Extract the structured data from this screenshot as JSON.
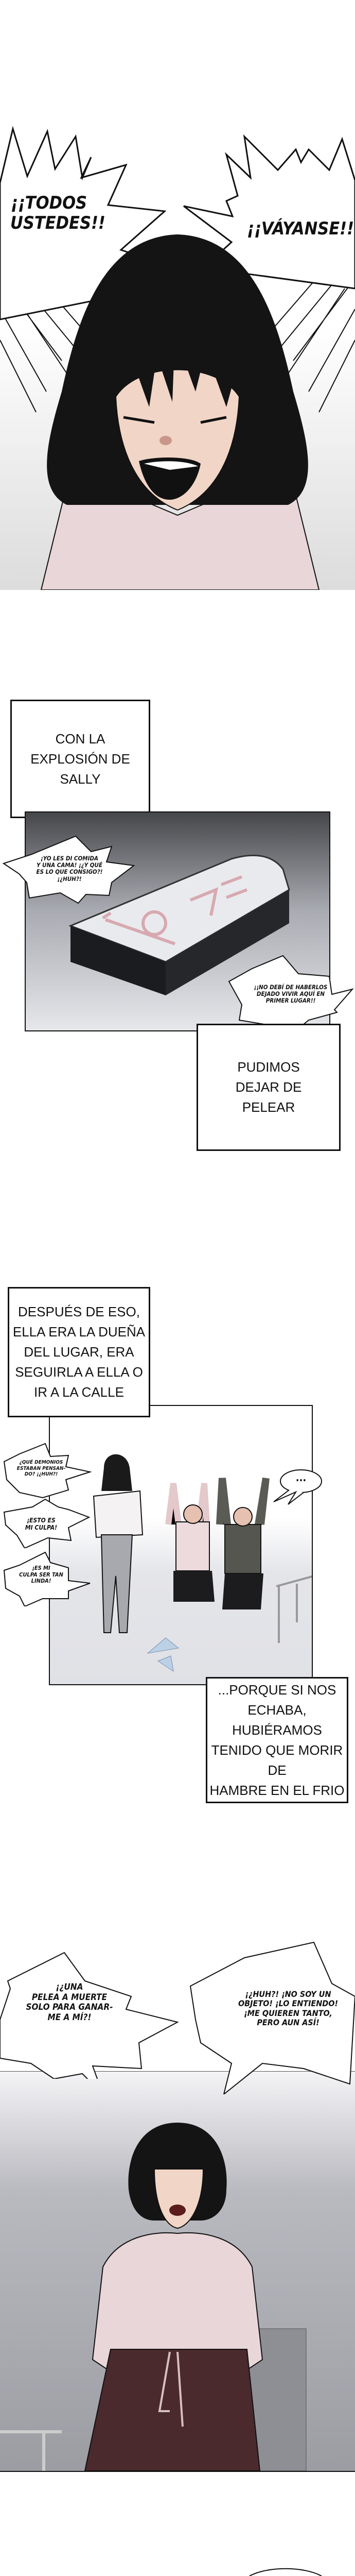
{
  "panel1": {
    "shout_left": [
      "¡¡TODOS",
      "USTEDES!!"
    ],
    "shout_right": "¡¡VÁYANSE!!"
  },
  "caption1": [
    "CON LA",
    "EXPLOSIÓN DE",
    "SALLY"
  ],
  "panel2": {
    "bubble_left": [
      "¡YO LES DI COMIDA",
      "Y UNA CAMA! ¡¿Y QUÉ",
      "ES LO QUE CONSIGO?!",
      "¡¿HUH?!"
    ],
    "bubble_right": [
      "¡¡NO DEBÍ DE HABERLOS",
      "DEJADO VIVIR AQUÍ EN",
      "PRIMER LUGAR!!"
    ]
  },
  "caption2": [
    "PUDIMOS",
    "DEJAR DE",
    "PELEAR"
  ],
  "caption3": [
    "DESPUÉS DE ESO,",
    "ELLA ERA LA DUEÑA",
    "DEL LUGAR, ERA",
    "SEGUIRLA A ELLA O",
    "IR A LA CALLE"
  ],
  "panel3": {
    "bubble_1": [
      "¿QUÉ DEMONIOS",
      "ESTABAN PENSAN-",
      "DO? ¡¿HUH?!"
    ],
    "bubble_2": [
      "¡ESTO ES",
      "MI CULPA!"
    ],
    "bubble_3": [
      "¡ES MI",
      "CULPA SER TAN",
      "LINDA!"
    ],
    "bubble_dots": "..."
  },
  "caption4": [
    "...PORQUE SI NOS",
    "ECHABA, HUBIÉRAMOS",
    "TENIDO QUE MORIR DE",
    "HAMBRE EN EL FRIO"
  ],
  "panel4": {
    "bubble_left": [
      "¡¿UNA",
      "PELEA A MUERTE",
      "SOLO PARA GANAR-",
      "ME A MÍ?!"
    ],
    "bubble_right": [
      "¡¿HUH?! ¡NO SOY UN",
      "OBJETO! ¡LO ENTIENDO!",
      "¡ME QUIEREN TANTO,",
      "PERO AUN ASÍ!"
    ]
  },
  "colors": {
    "hair": "#141414",
    "skin": "#f1d5c6",
    "shirt": "#e9d6d8",
    "pants": "#4a2a2c",
    "wall": "#9c9ca3",
    "floor": "#e4e5e9"
  }
}
